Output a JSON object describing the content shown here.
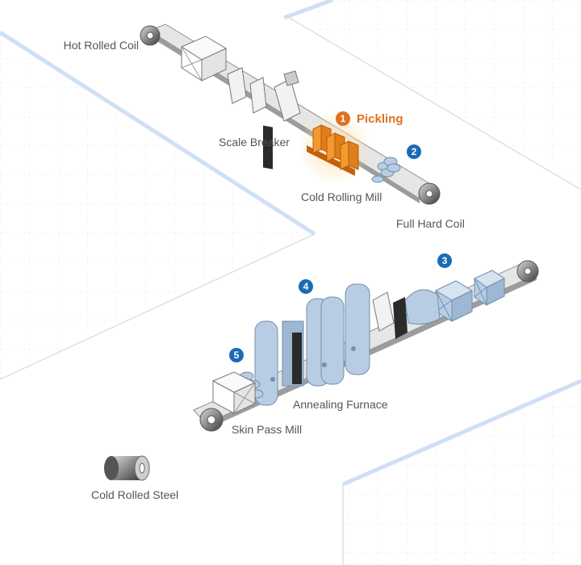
{
  "colors": {
    "active": "#e07020",
    "active_glow": "#fde2b0",
    "badge": "#1a6bb5",
    "machine_fill": "#b8cde3",
    "machine_stroke": "#6f8fb2",
    "floor_edge": "#cfe0f5"
  },
  "labels": {
    "hot_rolled_coil": "Hot Rolled Coil",
    "scale_breaker": "Scale Breaker",
    "pickling": "Pickling",
    "cold_rolling_mill": "Cold Rolling Mill",
    "full_hard_coil": "Full Hard Coil",
    "annealing_furnace": "Annealing Furnace",
    "skin_pass_mill": "Skin Pass Mill",
    "cold_rolled_steel": "Cold Rolled Steel"
  },
  "badges": {
    "pickling": "1",
    "cold_rolling": "2",
    "stage3": "3",
    "annealing": "4",
    "skin_pass": "5"
  },
  "icons": {
    "badge": "numbered-circle-icon",
    "coil": "steel-coil-icon"
  }
}
